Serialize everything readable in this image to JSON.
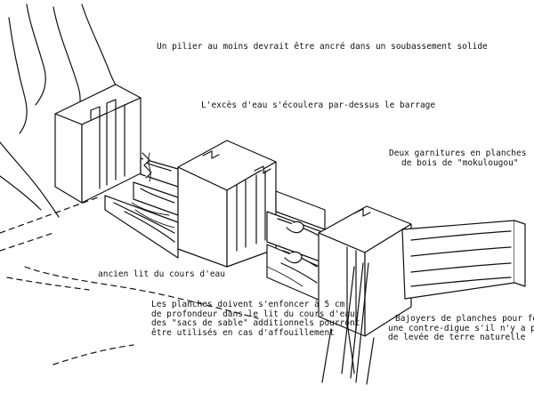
{
  "labels": {
    "pillar_anchor": "Un pilier au moins devrait être ancré dans un soubassement solide",
    "overflow": "L'excès d'eau s'écoulera par-dessus le barrage",
    "lining_line1": "Deux garnitures en planches",
    "lining_line2": "de bois de \"mokulougou\"",
    "old_bed": "ancien lit du cours d'eau",
    "planks_line1": "Les planches doivent s'enfoncer à 5 cm",
    "planks_line2": "de profondeur dans le lit du cours d'eau;",
    "planks_line3": "des \"sacs de sable\" additionnels pourront",
    "planks_line4": "être utilisés en cas d'affouillement",
    "walls_line1": "Bajoyers de planches pour former",
    "walls_line2": "une contre-digue s'il n'y a pas",
    "walls_line3": "de levée de terre naturelle"
  },
  "colors": {
    "ink": "#111111",
    "paper": "#ffffff"
  }
}
